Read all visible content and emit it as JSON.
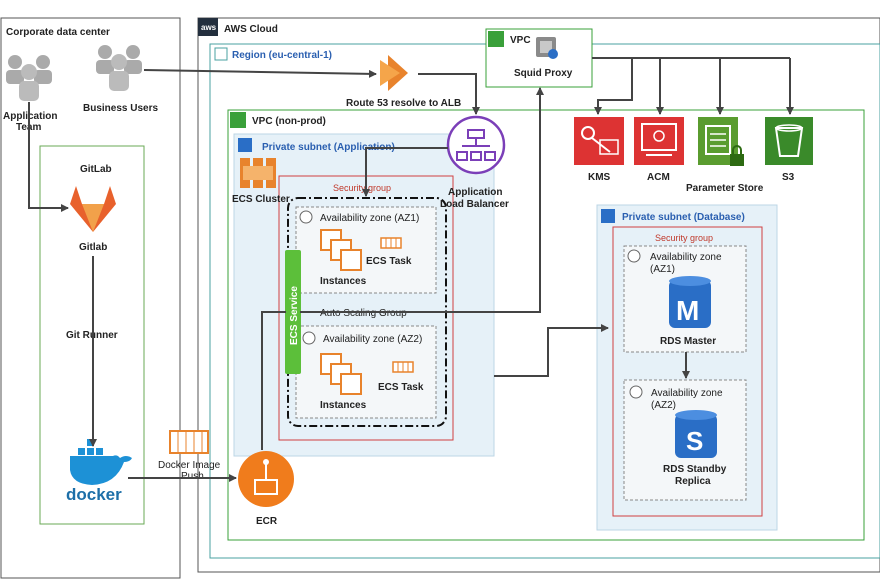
{
  "corporate": {
    "title": "Corporate data center",
    "app_team": "Application\nTeam",
    "business_users": "Business Users",
    "gitlab_box": "GitLab",
    "gitlab_logo": "Gitlab",
    "git_runner": "Git Runner",
    "docker": "docker",
    "docker_push": "Docker Image\nPush"
  },
  "aws": {
    "cloud": "AWS Cloud",
    "aws_badge": "aws",
    "region": "Region (eu-central-1)",
    "route53": "Route 53 resolve to ALB",
    "vpc_top": "VPC",
    "squid": "Squid Proxy",
    "vpc_nonprod": "VPC (non-prod)",
    "private_app": "Private subnet (Application)",
    "ecs_cluster": "ECS Cluster",
    "alb": "Application\nLoad Balancer",
    "security_group": "Security group",
    "az1": "Availability zone (AZ1)",
    "az2": "Availability zone (AZ2)",
    "instances": "Instances",
    "ecs_task": "ECS  Task",
    "auto_scaling": "Auto Scaling Group",
    "ecs_service": "ECS Service",
    "ecr": "ECR",
    "kms": "KMS",
    "acm": "ACM",
    "param_store": "Parameter Store",
    "s3": "S3",
    "private_db": "Private subnet (Database)",
    "db_security_group": "Security group",
    "db_az1": "Availability zone\n(AZ1)",
    "db_az2": "Availability zone\n(AZ2)",
    "rds_master": "RDS Master",
    "rds_standby": "RDS Standby\nReplica",
    "rds_m_letter": "M",
    "rds_s_letter": "S"
  },
  "colors": {
    "kms": "#dd3333",
    "acm": "#dd3333",
    "param": "#5a9c2f",
    "s3": "#3a8a2a",
    "gitlab": "#e8612c",
    "docker": "#1d91d6",
    "ecr": "#f07c1c",
    "alb": "#7b3fb8",
    "rds": "#2a6ec6",
    "ecs_service": "#5cbf3a"
  }
}
